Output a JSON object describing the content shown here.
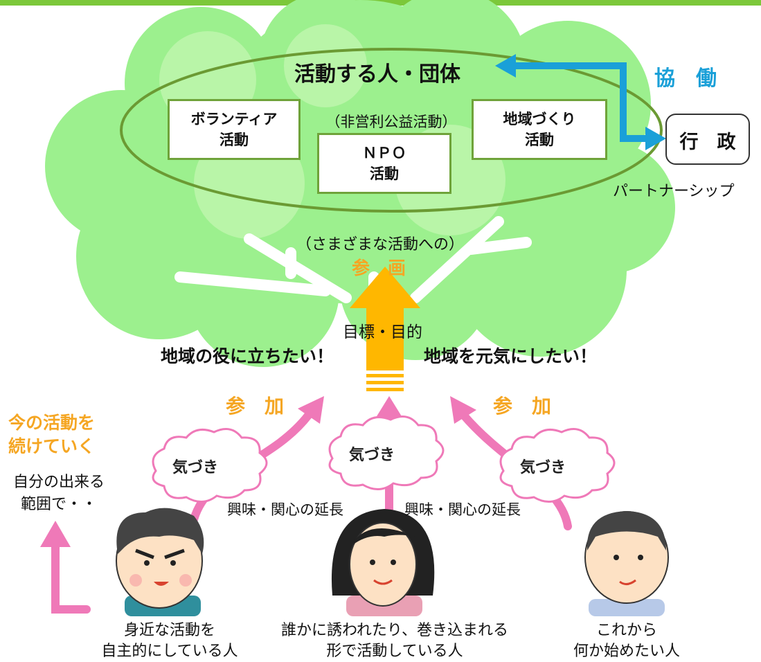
{
  "title": "活動する人・団体",
  "boxes": {
    "volunteer": [
      "ボランティア",
      "活動"
    ],
    "npo_note": "（非営利公益活動）",
    "npo": [
      "ＮＰＯ",
      "活動"
    ],
    "chiiki": [
      "地域づくり",
      "活動"
    ]
  },
  "kyodo": "協　働",
  "gyosei": "行　政",
  "partnership": "パートナーシップ",
  "participation_note": "（さまざまな活動への）",
  "sankaku": "参　画",
  "goal": "目標・目的",
  "wish_left": "地域の役に立ちたい！",
  "wish_right": "地域を元気にしたい！",
  "sanka": "参　加",
  "kizuki": "気づき",
  "interest": "興味・関心の延長",
  "continue": [
    "今の活動を",
    "続けていく"
  ],
  "own_range": [
    "自分の出来る",
    "範囲で・・"
  ],
  "people": {
    "left": [
      "身近な活動を",
      "自主的にしている人"
    ],
    "center": [
      "誰かに誘われたり、巻き込まれる",
      "形で活動している人"
    ],
    "right": [
      "これから",
      "何か始めたい人"
    ]
  },
  "colors": {
    "tree": "#9cf08e",
    "tree_light": "#b9f5a8",
    "ellipse": "#6b9a33",
    "orange": "#f5a623",
    "pink": "#ef79b8",
    "blue": "#1aa0d8"
  }
}
